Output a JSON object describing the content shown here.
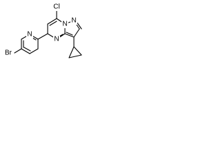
{
  "molecule": {
    "atoms": {
      "cl": "Cl",
      "br": "Br",
      "n_pyridine": "N",
      "n_pyrimidine": "N",
      "n_bridge": "N",
      "n_pyrazole": "N"
    }
  }
}
